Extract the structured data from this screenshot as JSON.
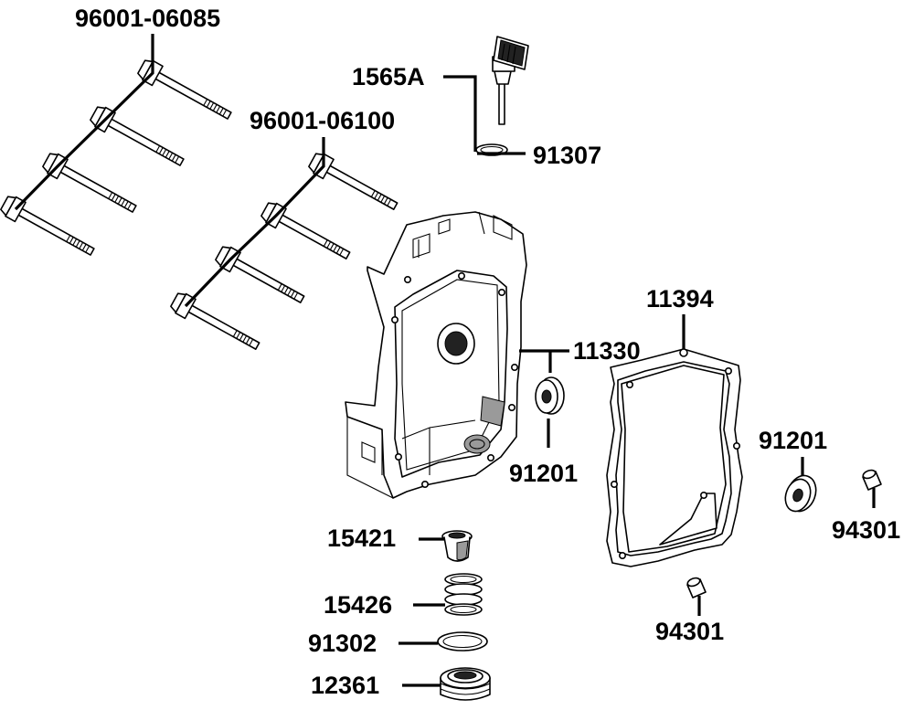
{
  "labels": {
    "bolts_long": "96001-06085",
    "bolts_short": "96001-06100",
    "dipstick": "1565A",
    "dipstick_oring": "91307",
    "cover": "11330",
    "gasket": "11394",
    "seal_left": "91201",
    "seal_right": "91201",
    "dowel_right": "94301",
    "dowel_bottom": "94301",
    "strainer": "15421",
    "spring": "15426",
    "drain_oring": "91302",
    "drain_plug": "12361"
  }
}
